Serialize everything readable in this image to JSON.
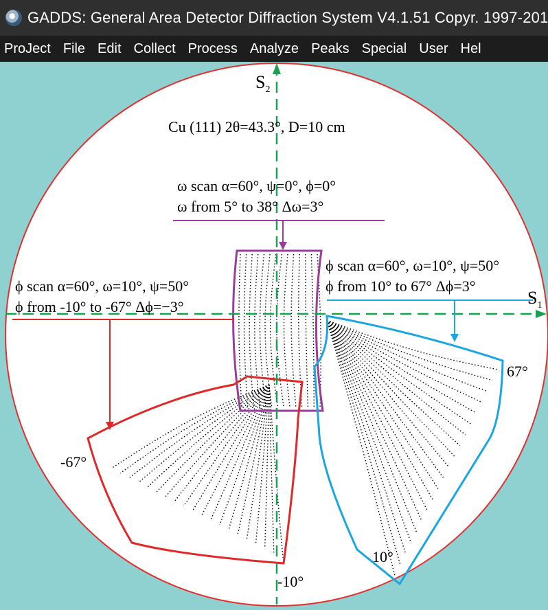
{
  "window": {
    "title": "GADDS: General Area Detector Diffraction System V4.1.51  Copyr. 1997-201"
  },
  "menu": {
    "items": [
      "ProJect",
      "File",
      "Edit",
      "Collect",
      "Process",
      "Analyze",
      "Peaks",
      "Special",
      "User",
      "Hel"
    ]
  },
  "plot": {
    "axis_s2": "S",
    "axis_s2_sub": "2",
    "axis_s1": "S",
    "axis_s1_sub": "1",
    "header": "Cu (111) 2θ=43.3°, D=10 cm",
    "omega_line1": "ω scan α=60°, ψ=0°, ϕ=0°",
    "omega_line2": "ω from 5° to 38° Δω=3°",
    "phi_pos_line1": "ϕ scan α=60°, ω=10°, ψ=50°",
    "phi_pos_line2": "ϕ from 10° to 67° Δϕ=3°",
    "phi_neg_line1": "ϕ scan α=60°, ω=10°, ψ=50°",
    "phi_neg_line2": "ϕ from -10° to -67° Δϕ=−3°",
    "tick_pos67": "67°",
    "tick_pos10": "10°",
    "tick_neg67": "-67°",
    "tick_neg10": "-10°"
  },
  "colors": {
    "circle": "#e23030",
    "red_region": "#e02828",
    "blue_region": "#1aa6e0",
    "purple_region": "#9a3c9a",
    "axis": "#1aa050"
  }
}
